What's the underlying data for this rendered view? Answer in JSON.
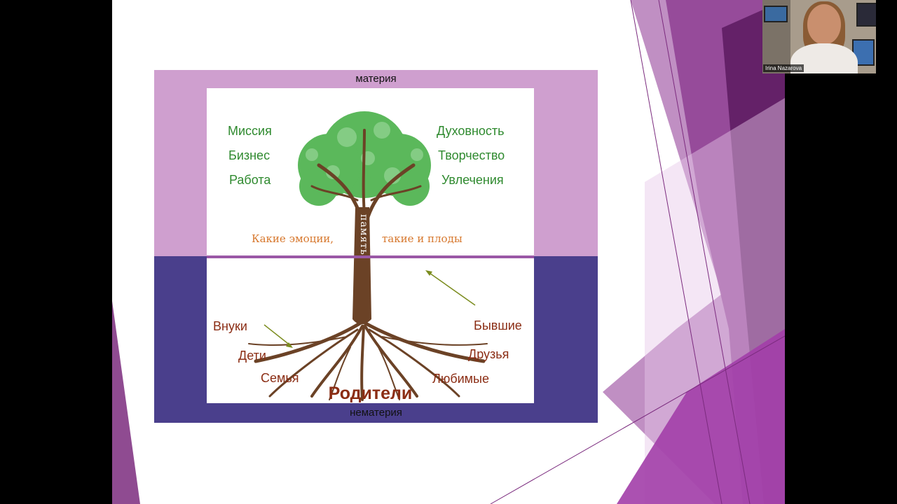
{
  "slide": {
    "band_top_label": "материя",
    "band_bottom_label": "нематерия",
    "left_top_labels": [
      "Миссия",
      "Бизнес",
      "Работа"
    ],
    "right_top_labels": [
      "Духовность",
      "Творчество",
      "Увлечения"
    ],
    "emotions_left": "Какие эмоции,",
    "emotions_right": "такие и плоды",
    "trunk_label": "память",
    "left_bottom_labels": [
      "Внуки",
      "Дети",
      "Семья"
    ],
    "right_bottom_labels": [
      "Бывшие",
      "Друзья",
      "Любимые"
    ],
    "roots_label": "Родители"
  },
  "colors": {
    "band_top": "#cf9fcf",
    "band_bottom": "#4a3f8c",
    "green_text": "#2f8a2f",
    "root_text": "#8b2d14",
    "emotion_text": "#d7782e",
    "theme_purple": "#7b2b7e"
  },
  "video": {
    "participant_name": "Irina Nazarova"
  }
}
